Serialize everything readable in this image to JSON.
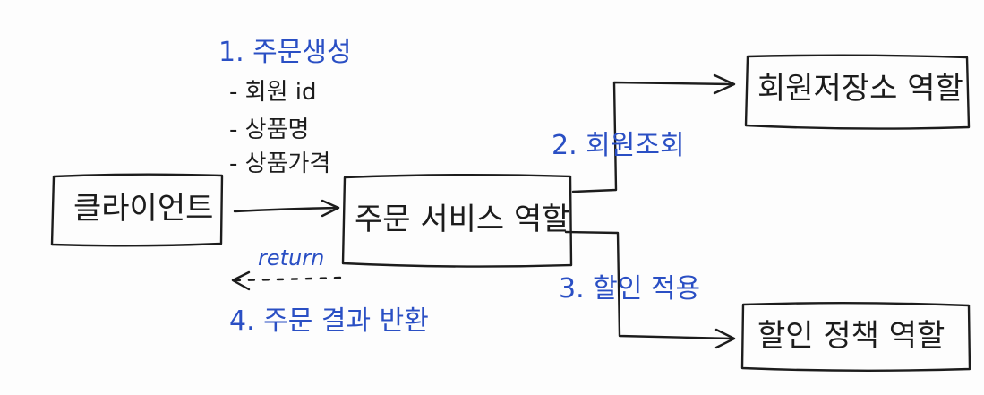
{
  "boxes": {
    "client": "클라이언트",
    "order_service": "주문 서비스 역할",
    "member_repo": "회원저장소 역할",
    "discount_policy": "할인 정책 역할"
  },
  "steps": {
    "create_order": "1. 주문생성",
    "member_lookup": "2. 회원조회",
    "apply_discount": "3. 할인 적용",
    "return_result": "4. 주문 결과 반환"
  },
  "params": {
    "member_id": "- 회원 id",
    "product_name": "- 상품명",
    "product_price": "- 상품가격"
  },
  "return_label": "return",
  "colors": {
    "ink": "#1c1c1c",
    "blue": "#2a4fc4"
  }
}
